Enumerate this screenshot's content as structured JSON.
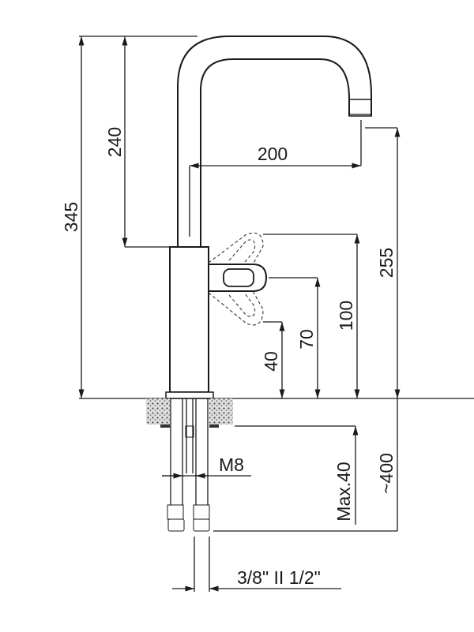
{
  "drawing": {
    "dimensions": {
      "total_height": "345",
      "spout_height": "240",
      "spout_reach": "200",
      "outlet_height": "255",
      "handle_up": "100",
      "handle_mid": "70",
      "handle_down": "40",
      "max_counter_thickness": "Max.40",
      "hose_length": "~400",
      "thread": "M8",
      "connections": "3/8\" II 1/2\""
    },
    "colors": {
      "line": "#1a1a1a",
      "background": "#ffffff"
    }
  }
}
